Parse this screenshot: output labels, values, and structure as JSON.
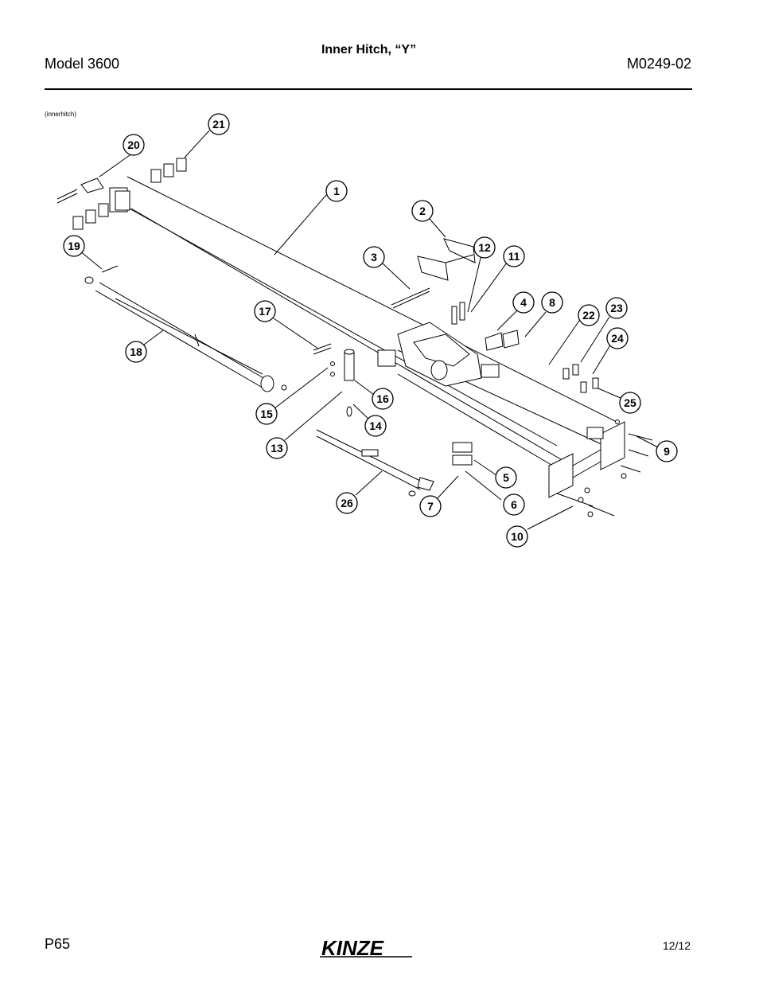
{
  "header": {
    "model": "Model 3600",
    "title": "Inner Hitch, “Y”",
    "doc_number": "M0249-02"
  },
  "figure": {
    "file_tag": "(innerhitch)",
    "callouts": [
      "1",
      "2",
      "3",
      "4",
      "5",
      "6",
      "7",
      "8",
      "9",
      "10",
      "11",
      "12",
      "13",
      "14",
      "15",
      "16",
      "17",
      "18",
      "19",
      "20",
      "21",
      "22",
      "23",
      "24",
      "25",
      "26"
    ]
  },
  "footer": {
    "page": "P65",
    "logo_text": "KINZE",
    "date": "12/12"
  }
}
